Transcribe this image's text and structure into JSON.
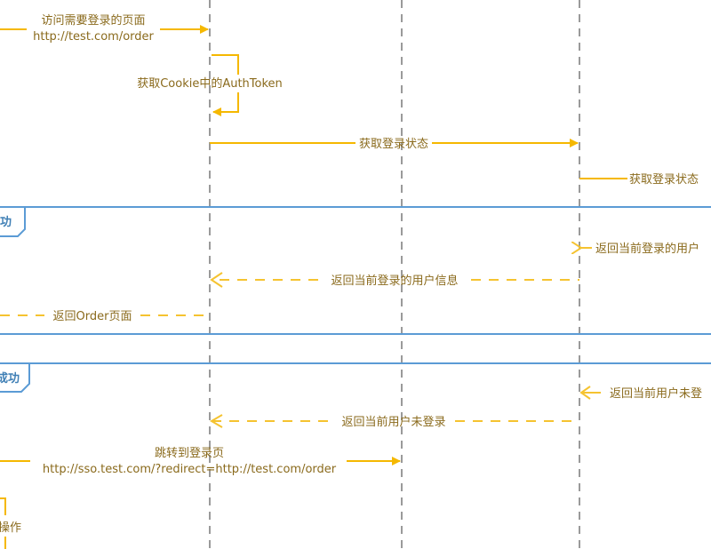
{
  "messages": {
    "visit_page_line1": "访问需要登录的页面",
    "visit_page_line2": "http://test.com/order",
    "get_cookie": "获取Cookie中的AuthToken",
    "get_login_status": "获取登录状态",
    "get_login_status_2": "获取登录状态",
    "return_current_user_partial": "返回当前登录的用户",
    "return_current_user_info": "返回当前登录的用户信息",
    "return_order_page": "返回Order页面",
    "return_not_logged_partial": "返回当前用户未登",
    "return_not_logged": "返回当前用户未登录",
    "redirect_line1": "跳转到登录页",
    "redirect_line2": "http://sso.test.com/?redirect=http://test.com/order",
    "operation_partial": "操作"
  },
  "fragments": {
    "success_partial": "功",
    "fail_partial": "成功"
  },
  "colors": {
    "arrow": "#f5b800",
    "frame": "#5b9bd5",
    "lifeline": "#9a9a9a",
    "text": "#8a6a1c"
  }
}
